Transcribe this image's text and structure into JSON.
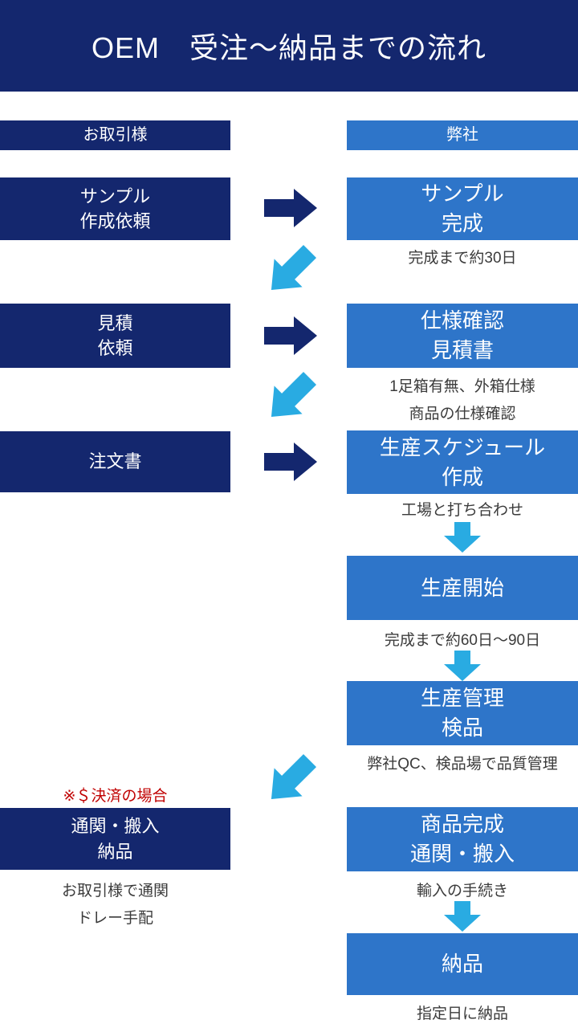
{
  "title": "OEM　受注～納品までの流れ",
  "columns": {
    "left_header": "お取引様",
    "right_header": "弊社"
  },
  "left_steps": {
    "sample_request": {
      "line1": "サンプル",
      "line2": "作成依頼"
    },
    "quote_request": {
      "line1": "見積",
      "line2": "依頼"
    },
    "order_sheet": {
      "line1": "注文書"
    },
    "customs": {
      "note": "※＄決済の場合",
      "line1": "通関・搬入",
      "line2": "納品",
      "caption1": "お取引様で通関",
      "caption2": "ドレー手配"
    }
  },
  "right_steps": {
    "sample_done": {
      "line1": "サンプル",
      "line2": "完成",
      "caption1": "完成まで約30日"
    },
    "spec_quote": {
      "line1": "仕様確認",
      "line2": "見積書",
      "caption1": "1足箱有無、外箱仕様",
      "caption2": "商品の仕様確認"
    },
    "schedule": {
      "line1": "生産スケジュール",
      "line2": "作成",
      "caption1": "工場と打ち合わせ"
    },
    "production_start": {
      "line1": "生産開始",
      "caption1": "完成まで約60日～90日"
    },
    "qc": {
      "line1": "生産管理",
      "line2": "検品",
      "caption1": "弊社QC、検品場で品質管理"
    },
    "product_done": {
      "line1": "商品完成",
      "line2": "通関・搬入",
      "caption1": "輸入の手続き"
    },
    "delivery": {
      "line1": "納品",
      "caption1": "指定日に納品"
    }
  },
  "colors": {
    "navy": "#14276e",
    "blue": "#2e75c9",
    "light_blue": "#29abe2",
    "red": "#c00000"
  }
}
